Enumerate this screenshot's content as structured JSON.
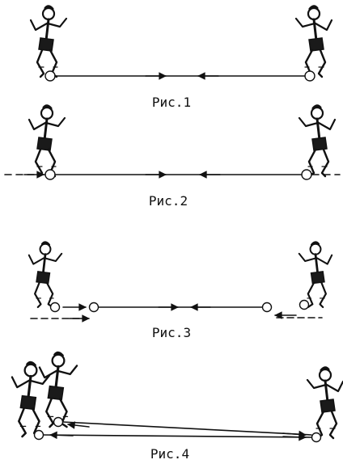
{
  "figures": [
    {
      "caption": "Рис.1"
    },
    {
      "caption": "Рис.2"
    },
    {
      "caption": "Рис.3"
    },
    {
      "caption": "Рис.4"
    }
  ],
  "colors": {
    "ink": "#111111",
    "background": "#ffffff"
  },
  "icons": [
    "football-player-icon",
    "soccer-ball-icon",
    "arrow-icon"
  ]
}
